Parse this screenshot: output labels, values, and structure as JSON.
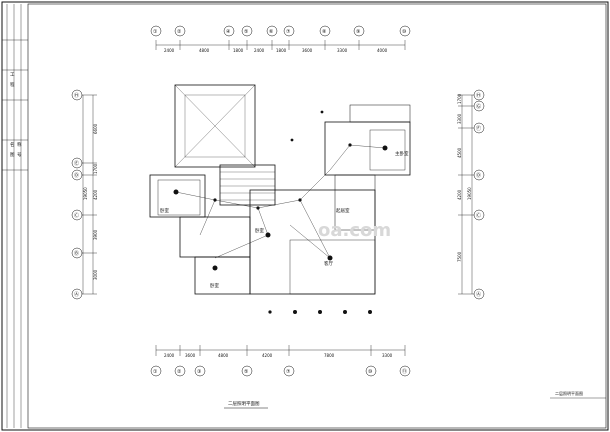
{
  "drawing": {
    "title": "二层照明平面图",
    "title_block_note": "二层照明平面图"
  },
  "top_axes": [
    {
      "label": "①"
    },
    {
      "label": "②"
    },
    {
      "label": "④"
    },
    {
      "label": "⑤"
    },
    {
      "label": "⑥"
    },
    {
      "label": "⑦"
    },
    {
      "label": "⑧"
    },
    {
      "label": "⑨"
    },
    {
      "label": "⑩"
    }
  ],
  "top_dims": [
    "2400",
    "4800",
    "1800",
    "2400",
    "1800",
    "3600",
    "3300",
    "4000"
  ],
  "bottom_axes": [
    {
      "label": "①"
    },
    {
      "label": "②"
    },
    {
      "label": "③"
    },
    {
      "label": "⑤"
    },
    {
      "label": "⑦"
    },
    {
      "label": "⑩"
    },
    {
      "label": "⑪"
    }
  ],
  "bottom_dims": [
    "2400",
    "3600",
    "4800",
    "4200",
    "7800",
    "3300"
  ],
  "left_axes": [
    {
      "label": "Ⓗ"
    },
    {
      "label": "Ⓔ"
    },
    {
      "label": "Ⓓ"
    },
    {
      "label": "Ⓒ"
    },
    {
      "label": "Ⓑ"
    },
    {
      "label": "Ⓐ"
    }
  ],
  "left_dims": [
    "6600",
    "1700",
    "4200",
    "3900",
    "3000"
  ],
  "left_total": "19050",
  "right_axes": [
    {
      "label": "Ⓗ"
    },
    {
      "label": "Ⓖ"
    },
    {
      "label": "Ⓕ"
    },
    {
      "label": "Ⓓ"
    },
    {
      "label": "Ⓒ"
    },
    {
      "label": "Ⓐ"
    }
  ],
  "right_dims": [
    "1700",
    "3300",
    "4500",
    "4200",
    "7500"
  ],
  "right_total": "19050",
  "room_labels": [
    "卧室",
    "卧室",
    "主卧室",
    "起居室",
    "客厅",
    "卧室"
  ],
  "side_panel": [
    "工",
    "程",
    "名",
    "称",
    "图",
    "号"
  ],
  "watermark": "oa.com",
  "colors": {
    "line": "#111111",
    "watermark": "#d0d0d0"
  }
}
